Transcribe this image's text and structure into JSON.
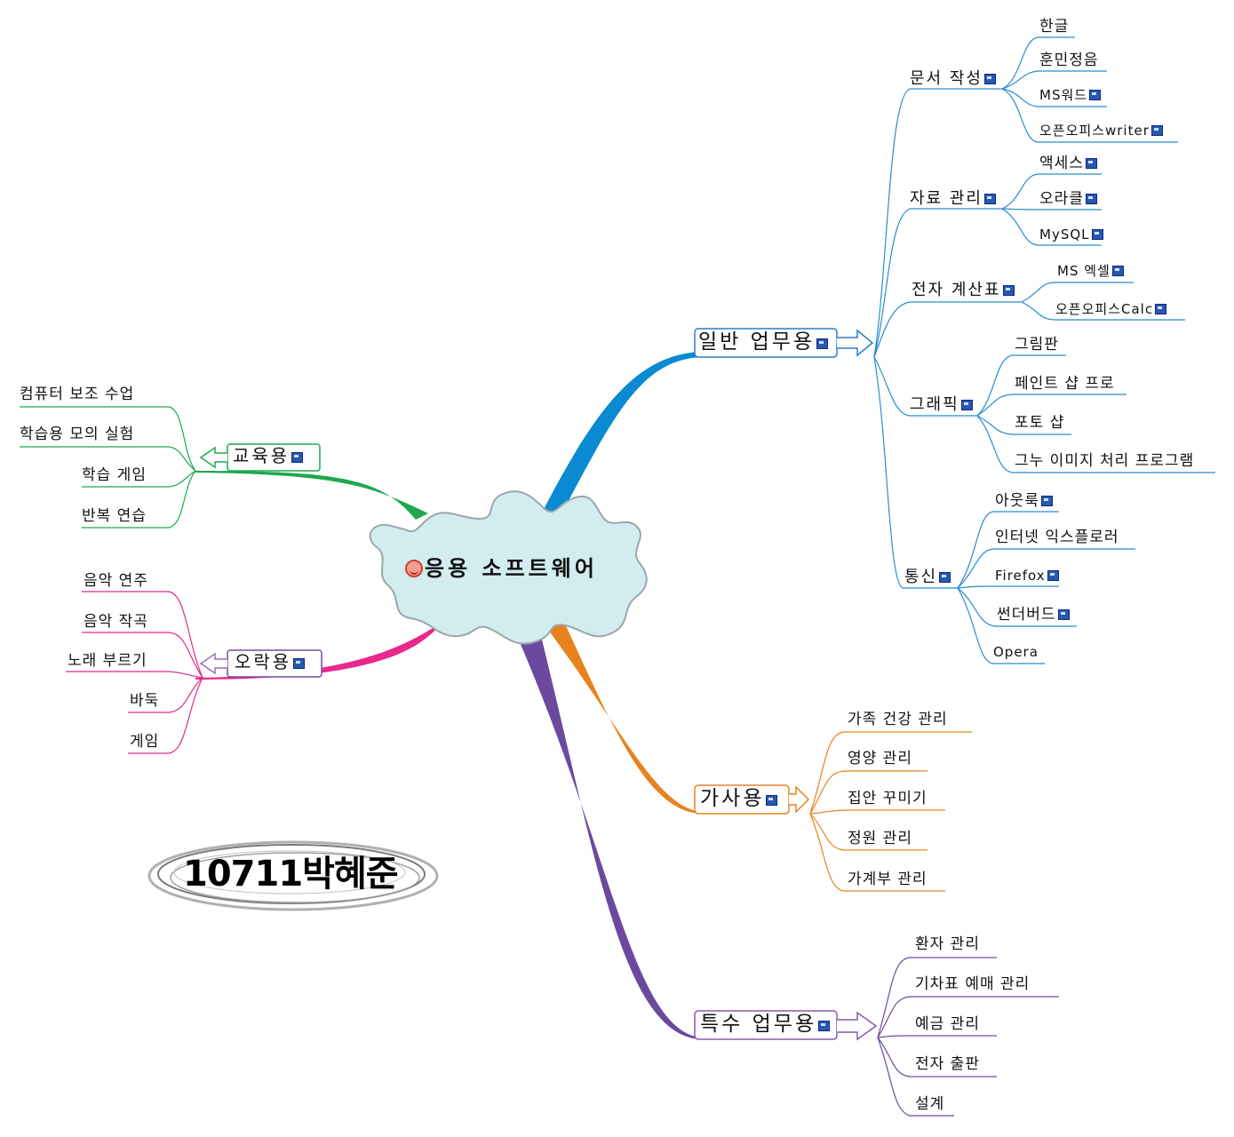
{
  "central": {
    "label": "응용 소프트웨어"
  },
  "title_badge": {
    "label": "10711박혜준"
  },
  "colors": {
    "work": "#2b7fc8",
    "edu": "#1fa84f",
    "ent": "#e02a8a",
    "home": "#e8821e",
    "special": "#6b4a9e",
    "center_fill": "#d2ecef"
  },
  "icons": [
    "smiley-icon",
    "note-icon",
    "arrow-icon"
  ],
  "branches": {
    "work": {
      "label": "일반 업무용",
      "subs": [
        {
          "label": "문서 작성",
          "leaves": [
            "한글",
            "훈민정음",
            "MS워드",
            "오픈오피스writer"
          ]
        },
        {
          "label": "자료 관리",
          "leaves": [
            "액세스",
            "오라클",
            "MySQL"
          ]
        },
        {
          "label": "전자 계산표",
          "leaves": [
            "MS 엑셀",
            "오픈오피스Calc"
          ]
        },
        {
          "label": "그래픽",
          "leaves": [
            "그림판",
            "페인트 샵 프로",
            "포토 샵",
            "그누 이미지 처리 프로그램"
          ]
        },
        {
          "label": "통신",
          "leaves": [
            "아웃룩",
            "인터넷 익스플로러",
            "Firefox",
            "썬더버드",
            "Opera"
          ]
        }
      ]
    },
    "edu": {
      "label": "교육용",
      "leaves": [
        "컴퓨터 보조 수업",
        "학습용 모의 실험",
        "학습 게임",
        "반복 연습"
      ]
    },
    "ent": {
      "label": "오락용",
      "leaves": [
        "음악 연주",
        "음악 작곡",
        "노래 부르기",
        "바둑",
        "게임"
      ]
    },
    "home": {
      "label": "가사용",
      "leaves": [
        "가족 건강 관리",
        "영양 관리",
        "집안 꾸미기",
        "정원 관리",
        "가계부 관리"
      ]
    },
    "special": {
      "label": "특수 업무용",
      "leaves": [
        "환자 관리",
        "기차표 예매 관리",
        "예금 관리",
        "전자 출판",
        "설계"
      ]
    }
  }
}
